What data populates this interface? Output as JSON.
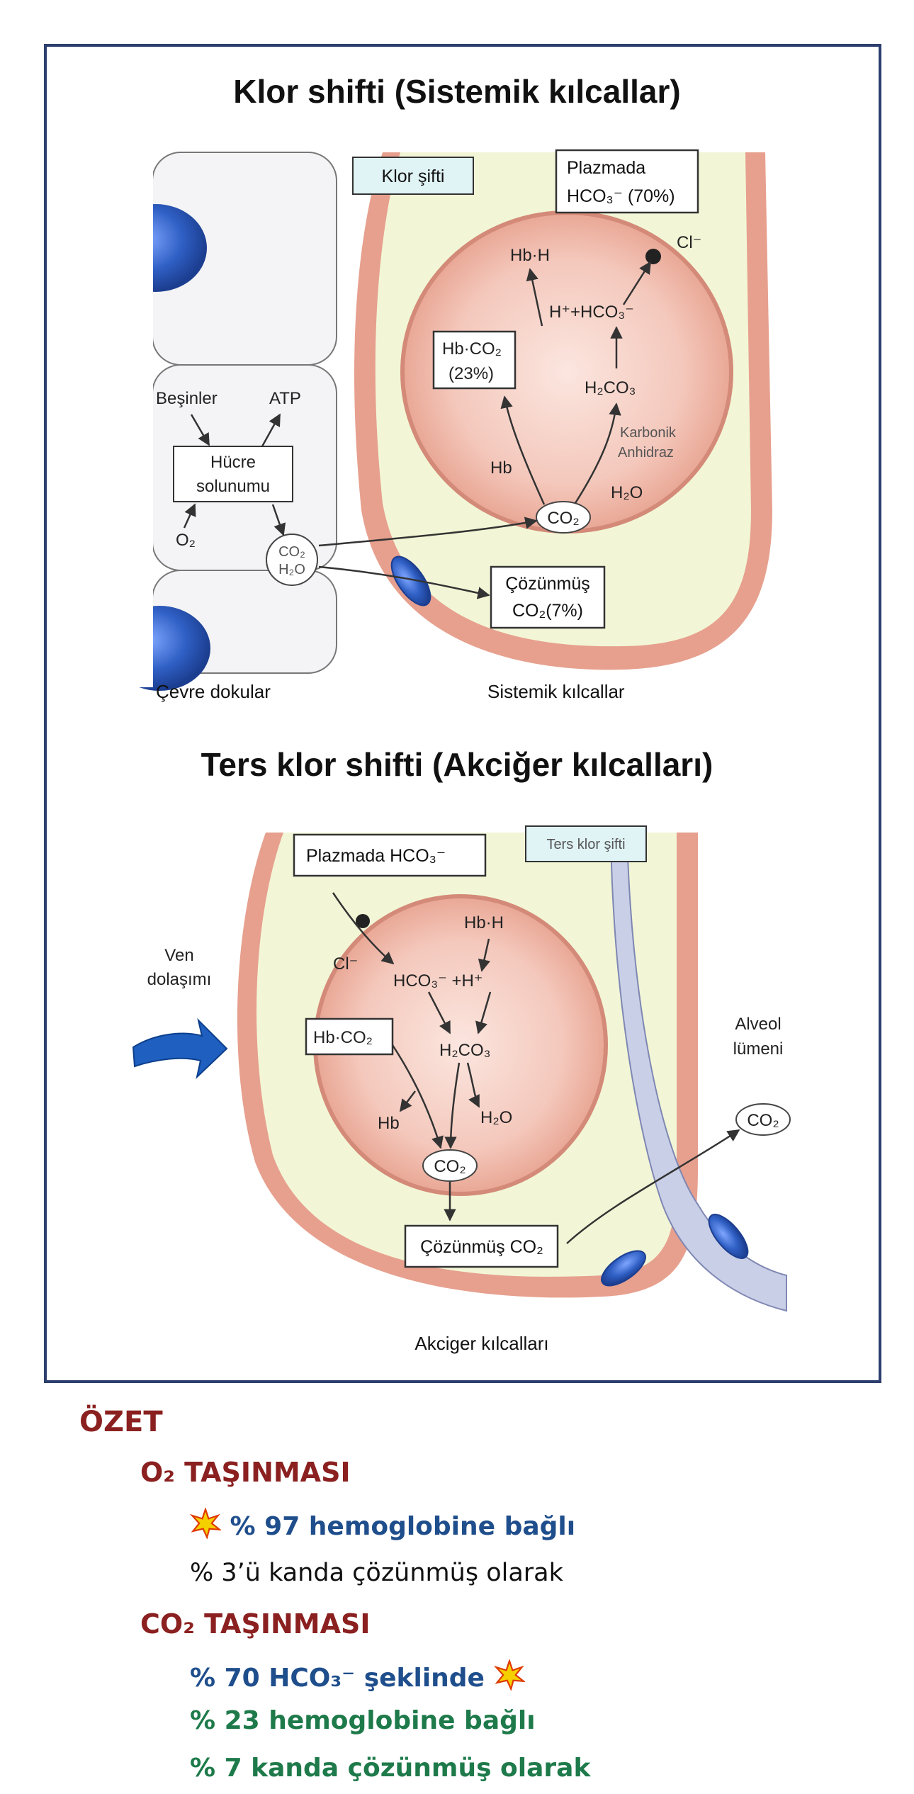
{
  "top": {
    "title": "Klor shifti (Sistemik kılcallar)",
    "label_klor_sifti": "Klor şifti",
    "plasma_line1": "Plazmada",
    "plasma_line2": "HCO₃⁻ (70%)",
    "cl": "Cl⁻",
    "hbh": "Hb·H",
    "h_hco3": "H⁺+HCO₃⁻",
    "hbco2_line1": "Hb·CO₂",
    "hbco2_line2": "(23%)",
    "h2co3": "H₂CO₃",
    "karbonik_line1": "Karbonik",
    "karbonik_line2": "Anhidraz",
    "hb": "Hb",
    "h2o": "H₂O",
    "co2": "CO₂",
    "besinler": "Beşinler",
    "atp": "ATP",
    "hucre_line1": "Hücre",
    "hucre_line2": "solunumu",
    "o2": "O₂",
    "co2_h2o_line1": "CO₂",
    "co2_h2o_line2": "H₂O",
    "cozunmus_line1": "Çözünmüş",
    "cozunmus_line2": "CO₂(7%)",
    "caption_left": "Çevre dokular",
    "caption_right": "Sistemik kılcallar"
  },
  "bottom": {
    "title": "Ters klor shifti (Akciğer kılcalları)",
    "plasma": "Plazmada  HCO₃⁻",
    "label_ters": "Ters klor şifti",
    "cl": "Cl⁻",
    "hbh": "Hb·H",
    "hco3_h": "HCO₃⁻  +H⁺",
    "hbco2": "Hb·CO₂",
    "h2co3": "H₂CO₃",
    "hb": "Hb",
    "h2o": "H₂O",
    "co2": "CO₂",
    "ven_line1": "Ven",
    "ven_line2": "dolaşımı",
    "alveol_line1": "Alveol",
    "alveol_line2": "lümeni",
    "co2_alveol": "CO₂",
    "cozunmus": "Çözünmüş CO₂",
    "caption": "Akciger kılcalları"
  },
  "summary": {
    "ozet": "ÖZET",
    "o2_title": "O₂ TAŞINMASI",
    "o2_line1": "% 97 hemoglobine bağlı",
    "o2_line2": "% 3’ü kanda çözünmüş olarak",
    "co2_title": "CO₂ TAŞINMASI",
    "co2_line1": "% 70 HCO₃⁻ şeklinde",
    "co2_line2": "% 23 hemoglobine bağlı",
    "co2_line3": "%  7 kanda çözünmüş olarak"
  },
  "colors": {
    "frame": "#2d3f6e",
    "vessel_wall": "#e7a08e",
    "plasma": "#f2f6d6",
    "rbc": "#f3c3b8",
    "nucleus": "#2f5fc4",
    "summary_red": "#8b2020",
    "summary_blue": "#1f4e8c",
    "summary_green": "#1e7a4a"
  }
}
